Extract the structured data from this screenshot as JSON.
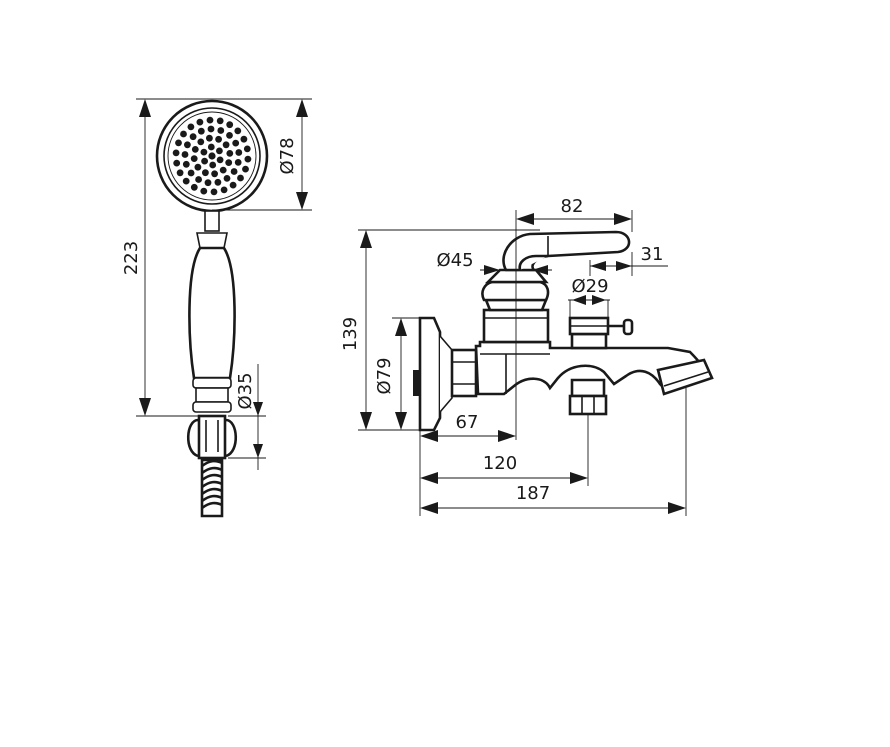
{
  "colors": {
    "line": "#1a1a1a",
    "background": "#ffffff"
  },
  "dimensions": {
    "handshower_height": "223",
    "head_diameter": "Ø78",
    "grip_diameter": "Ø35",
    "mixer_height": "139",
    "flange_diameter": "Ø79",
    "body_diameter": "Ø45",
    "lever_length": "82",
    "lever_offset": "31",
    "diverter_diameter": "Ø29",
    "wall_to_body": "67",
    "wall_to_outlet": "120",
    "wall_to_spout": "187"
  }
}
